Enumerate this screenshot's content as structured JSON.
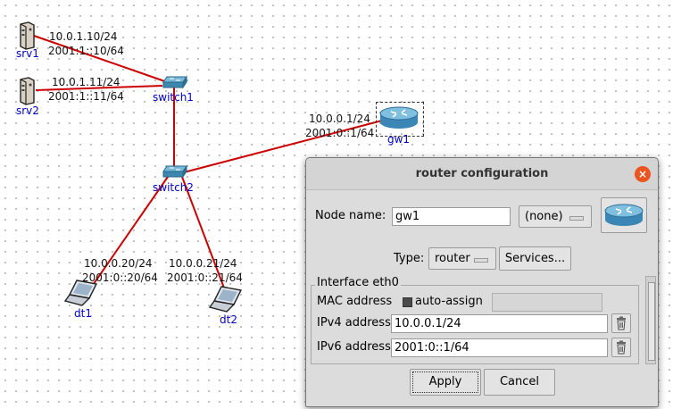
{
  "nodes": {
    "srv1": {
      "name": "srv1",
      "ipv4": "10.0.1.10/24",
      "ipv6": "2001:1::10/64",
      "icon": "server-icon"
    },
    "srv2": {
      "name": "srv2",
      "ipv4": "10.0.1.11/24",
      "ipv6": "2001:1::11/64",
      "icon": "server-icon"
    },
    "switch1": {
      "name": "switch1",
      "icon": "switch-icon"
    },
    "switch2": {
      "name": "switch2",
      "icon": "switch-icon"
    },
    "gw1": {
      "name": "gw1",
      "ipv4": "10.0.0.1/24",
      "ipv6": "2001:0::1/64",
      "icon": "router-icon"
    },
    "dt1": {
      "name": "dt1",
      "ipv4": "10.0.0.20/24",
      "ipv6": "2001:0::20/64",
      "icon": "laptop-icon"
    },
    "dt2": {
      "name": "dt2",
      "ipv4": "10.0.0.21/24",
      "ipv6": "2001:0::21/64",
      "icon": "laptop-icon"
    }
  },
  "link_color": "#cc0000",
  "dialog": {
    "title": "router configuration",
    "node_name_label": "Node name:",
    "node_name_value": "gw1",
    "profile_value": "(none)",
    "type_label": "Type:",
    "type_value": "router",
    "services_label": "Services...",
    "interface_title": "Interface eth0",
    "mac_label": "MAC address",
    "auto_assign_label": "auto-assign",
    "mac_value": "",
    "ipv4_label": "IPv4 address",
    "ipv4_value": "10.0.0.1/24",
    "ipv6_label": "IPv6 address",
    "ipv6_value": "2001:0::1/64",
    "apply_label": "Apply",
    "cancel_label": "Cancel",
    "close_icon": "×",
    "accent": "#e95420"
  }
}
